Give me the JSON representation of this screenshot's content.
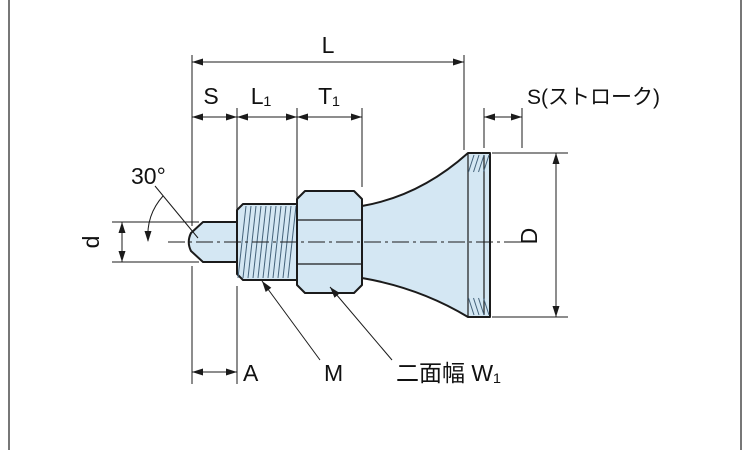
{
  "drawing": {
    "name": "index-plunger-dimension-drawing",
    "labels": {
      "L": "L",
      "S": "S",
      "L1": "L₁",
      "T1": "T₁",
      "stroke": "S(ストローク)",
      "angle": "30°",
      "d": "d",
      "D": "D",
      "A": "A",
      "M": "M",
      "W1": "二面幅 W₁"
    },
    "colors": {
      "part_fill": "#d4e7f3",
      "outline": "#1b1b1b"
    }
  }
}
